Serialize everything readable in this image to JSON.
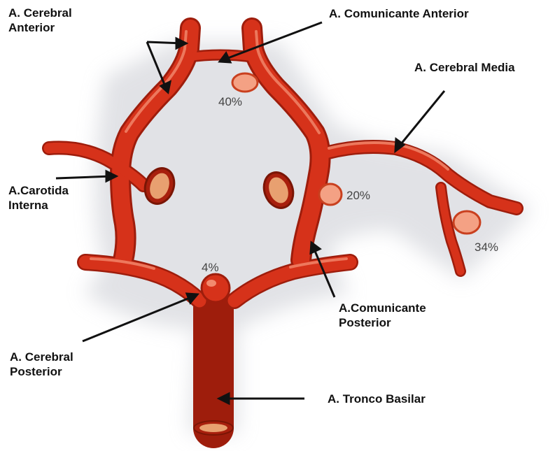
{
  "colors": {
    "artery": "#d6321a",
    "artery_dark": "#9e1d0c",
    "artery_light": "#f28a6e",
    "aneurysm": "#f4a184",
    "shadow": "#c9cbd2",
    "arrow": "#111111"
  },
  "labels": {
    "cerebral_anterior": [
      "A. Cerebral",
      "Anterior"
    ],
    "comunicante_anterior": "A. Comunicante Anterior",
    "cerebral_media": "A. Cerebral Media",
    "carotida_interna": [
      "A.Carotida",
      "Interna"
    ],
    "comunicante_posterior": [
      "A.Comunicante",
      "Posterior"
    ],
    "cerebral_posterior": [
      "A. Cerebral",
      "Posterior"
    ],
    "tronco_basilar": "A. Tronco Basilar"
  },
  "percentages": {
    "comunicante_anterior": "40%",
    "comunicante_posterior": "20%",
    "cerebral_media": "34%",
    "basilar_tip": "4%"
  }
}
